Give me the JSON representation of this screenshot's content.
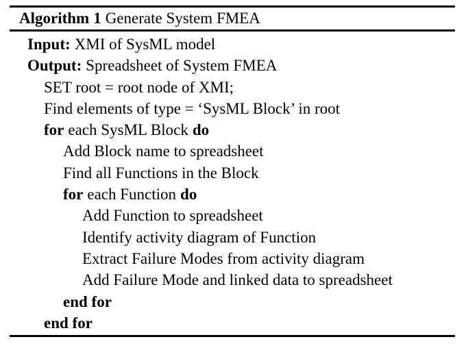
{
  "document": {
    "type": "algorithm-pseudocode-float",
    "background_color": "#ffffff",
    "text_color": "#000000",
    "rule_color": "#000000"
  },
  "header": {
    "keyword": "Algorithm",
    "number": "1",
    "title": "Generate System FMEA",
    "full_text": "Algorithm 1 Generate System FMEA"
  },
  "lines": [
    {
      "id": "input",
      "indent": 0,
      "bold_prefix": "Input:",
      "text": "XMI of SysML model"
    },
    {
      "id": "output",
      "indent": 0,
      "bold_prefix": "Output:",
      "text": "Spreadsheet of System FMEA"
    },
    {
      "id": "set-root",
      "indent": 1,
      "bold_prefix": "",
      "text": "SET root = root node of XMI;"
    },
    {
      "id": "find-blocks",
      "indent": 1,
      "bold_prefix": "",
      "text": "Find elements of type = ‘SysML Block’ in root"
    },
    {
      "id": "for-block",
      "indent": 1,
      "bold_prefix": "for",
      "text": "each SysML Block",
      "bold_suffix": "do"
    },
    {
      "id": "add-block-name",
      "indent": 2,
      "bold_prefix": "",
      "text": "Add Block name to spreadsheet"
    },
    {
      "id": "find-functions",
      "indent": 2,
      "bold_prefix": "",
      "text": "Find all Functions in the Block"
    },
    {
      "id": "for-function",
      "indent": 2,
      "bold_prefix": "for",
      "text": "each Function",
      "bold_suffix": "do"
    },
    {
      "id": "add-function",
      "indent": 3,
      "bold_prefix": "",
      "text": "Add Function to spreadsheet"
    },
    {
      "id": "identify-activity-diagram",
      "indent": 3,
      "bold_prefix": "",
      "text": "Identify activity diagram of Function"
    },
    {
      "id": "extract-failure-modes",
      "indent": 3,
      "bold_prefix": "",
      "text": "Extract Failure Modes from activity diagram"
    },
    {
      "id": "add-failure-mode",
      "indent": 3,
      "bold_prefix": "",
      "text": "Add Failure Mode and linked data to spreadsheet"
    },
    {
      "id": "end-for-inner",
      "indent": 2,
      "bold_prefix": "end for",
      "text": ""
    },
    {
      "id": "end-for-outer",
      "indent": 1,
      "bold_prefix": "end for",
      "text": ""
    }
  ]
}
